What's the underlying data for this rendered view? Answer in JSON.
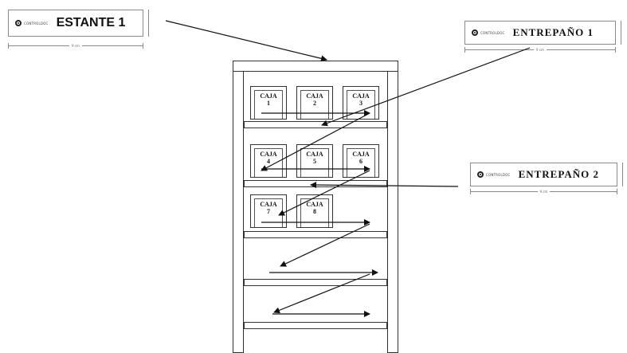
{
  "labels": {
    "estante": {
      "text": "ESTANTE 1",
      "logo_text": "CONTROLDOC",
      "dim_text": "9 cm"
    },
    "entrepano1": {
      "text": "ENTREPAÑO 1",
      "logo_text": "CONTROLDOC",
      "dim_text": "9 cm"
    },
    "entrepano2": {
      "text": "ENTREPAÑO 2",
      "logo_text": "CONTROLDOC",
      "dim_text": "9 cm"
    }
  },
  "boxes": [
    {
      "word": "CAJA",
      "num": "1"
    },
    {
      "word": "CAJA",
      "num": "2"
    },
    {
      "word": "CAJA",
      "num": "3"
    },
    {
      "word": "CAJA",
      "num": "4"
    },
    {
      "word": "CAJA",
      "num": "5"
    },
    {
      "word": "CAJA",
      "num": "6"
    },
    {
      "word": "CAJA",
      "num": "7"
    },
    {
      "word": "CAJA",
      "num": "8"
    }
  ],
  "colors": {
    "line": "#111111",
    "border": "#333333"
  }
}
